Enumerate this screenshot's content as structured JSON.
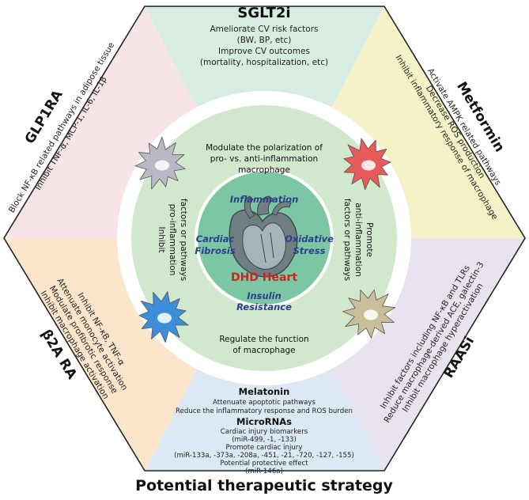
{
  "sections": {
    "top": {
      "title": "SGLT2i",
      "lines": [
        "Ameliorate CV risk factors",
        "(BW, BP, etc)",
        "Improve CV outcomes",
        "(mortality, hospitalization, etc)"
      ]
    },
    "upper_left": {
      "title": "GLP1RA",
      "lines": [
        "Block NF-κB related pathways in adipose tissue",
        "Inhibit TNF-α, MCP-1, IL-6, IL-1β"
      ]
    },
    "upper_right": {
      "title": "Metformin",
      "lines": [
        "Activate AMPK related pathways",
        "Decrease ROS production",
        "Inhibit inflammatory response of macrophage"
      ]
    },
    "lower_left": {
      "title": "β2A RA",
      "lines": [
        "Inhibit NF-κB, TNF-α",
        "Attenuate monocyte activation",
        "Modulate profibrotic response",
        "Inhibit macrophage activation"
      ]
    },
    "lower_right": {
      "title": "RAASi",
      "lines": [
        "Inhibit factors including NF-κB and TLRs",
        "Reduce macrophage-derived ACE, galectin-3",
        "Inhibit macrophage hyperactivation"
      ]
    },
    "bottom": {
      "melatonin_title": "Melatonin",
      "melatonin_lines": [
        "Attenuate apoptotic pathways",
        "Reduce the inflammatory response and ROS burden"
      ],
      "micro_title": "MicroRNAs",
      "micro_lines": [
        "Cardiac injury biomarkers",
        "(miR-499, -1, -133)",
        "Promote cardiac injury",
        "(miR-133a, -373a, -208a, -451, -21, -720, -127, -155)",
        "Potential protective effect",
        "(miR-146a)"
      ],
      "footer": "Potential therapeutic strategy"
    }
  },
  "ring": {
    "top_lines": [
      "Modulate the polarization of",
      "pro- vs. anti-inflammation",
      "macrophage"
    ],
    "bottom_lines": [
      "Regulate the function",
      "of macrophage"
    ],
    "left_lines": [
      "Inhibit",
      "pro-inflammation",
      "factors or pathways"
    ],
    "right_lines": [
      "Promote",
      "anti-inflammation",
      "factors or pathways"
    ]
  },
  "core": {
    "inflammation": "Inflammation",
    "cardiac_fibrosis": [
      "Cardiac",
      "Fibrosis"
    ],
    "oxidative_stress": [
      "Oxidative",
      "Stress"
    ],
    "insulin_resistance": [
      "Insulin",
      "Resistance"
    ],
    "heart_label": "DHD Heart"
  },
  "colors": {
    "top": "#d8ede2",
    "upper_left": "#f7e4e6",
    "upper_right": "#f6f2c8",
    "lower_left": "#fbe6cb",
    "lower_right": "#e9e3ef",
    "bottom": "#dce9f4",
    "ring": "#d2e8cc",
    "core": "#7cc6a4",
    "hexagon_stroke": "#222222",
    "macrophage_grey": "#b9b9c6",
    "macrophage_red": "#e65a5a",
    "macrophage_blue": "#3d8ed8",
    "macrophage_tan": "#c8bf9a"
  },
  "icons": [
    "macrophage-grey-icon",
    "macrophage-red-icon",
    "macrophage-blue-icon",
    "macrophage-tan-icon",
    "heart-icon"
  ]
}
